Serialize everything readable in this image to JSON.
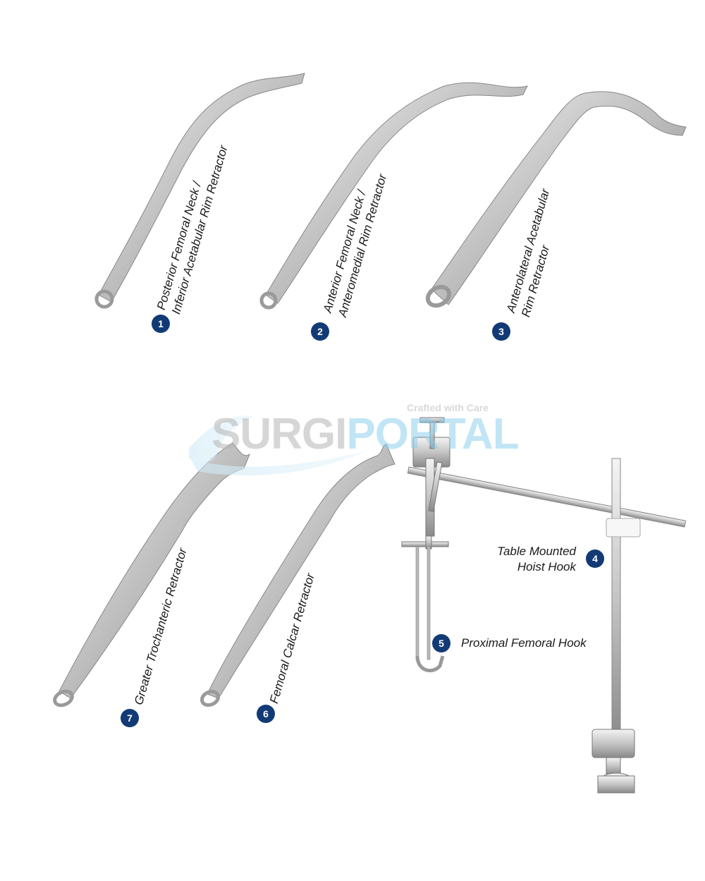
{
  "watermark": {
    "brand_part1": "SURGI",
    "brand_part2": "PORTAL",
    "tagline": "Crafted with Care"
  },
  "instruments": [
    {
      "number": "1",
      "line1": "Posterior Femoral Neck /",
      "line2": "Inferior Acetabular Rim Retractor"
    },
    {
      "number": "2",
      "line1": "Anterior Femoral Neck /",
      "line2": "Anteromedial Rim Retractor"
    },
    {
      "number": "3",
      "line1": "Anterolateral Acetabular",
      "line2": "Rim Retractor"
    },
    {
      "number": "4",
      "line1": "Table Mounted",
      "line2": "Hoist Hook"
    },
    {
      "number": "5",
      "line1": "Proximal Femoral Hook"
    },
    {
      "number": "6",
      "line1": "Femoral Calcar Retractor"
    },
    {
      "number": "7",
      "line1": "Greater Trochanteric Retractor"
    }
  ],
  "colors": {
    "badge": "#123a75",
    "steel_light": "#e6e6e6",
    "steel_dark": "#8a8a8a"
  }
}
